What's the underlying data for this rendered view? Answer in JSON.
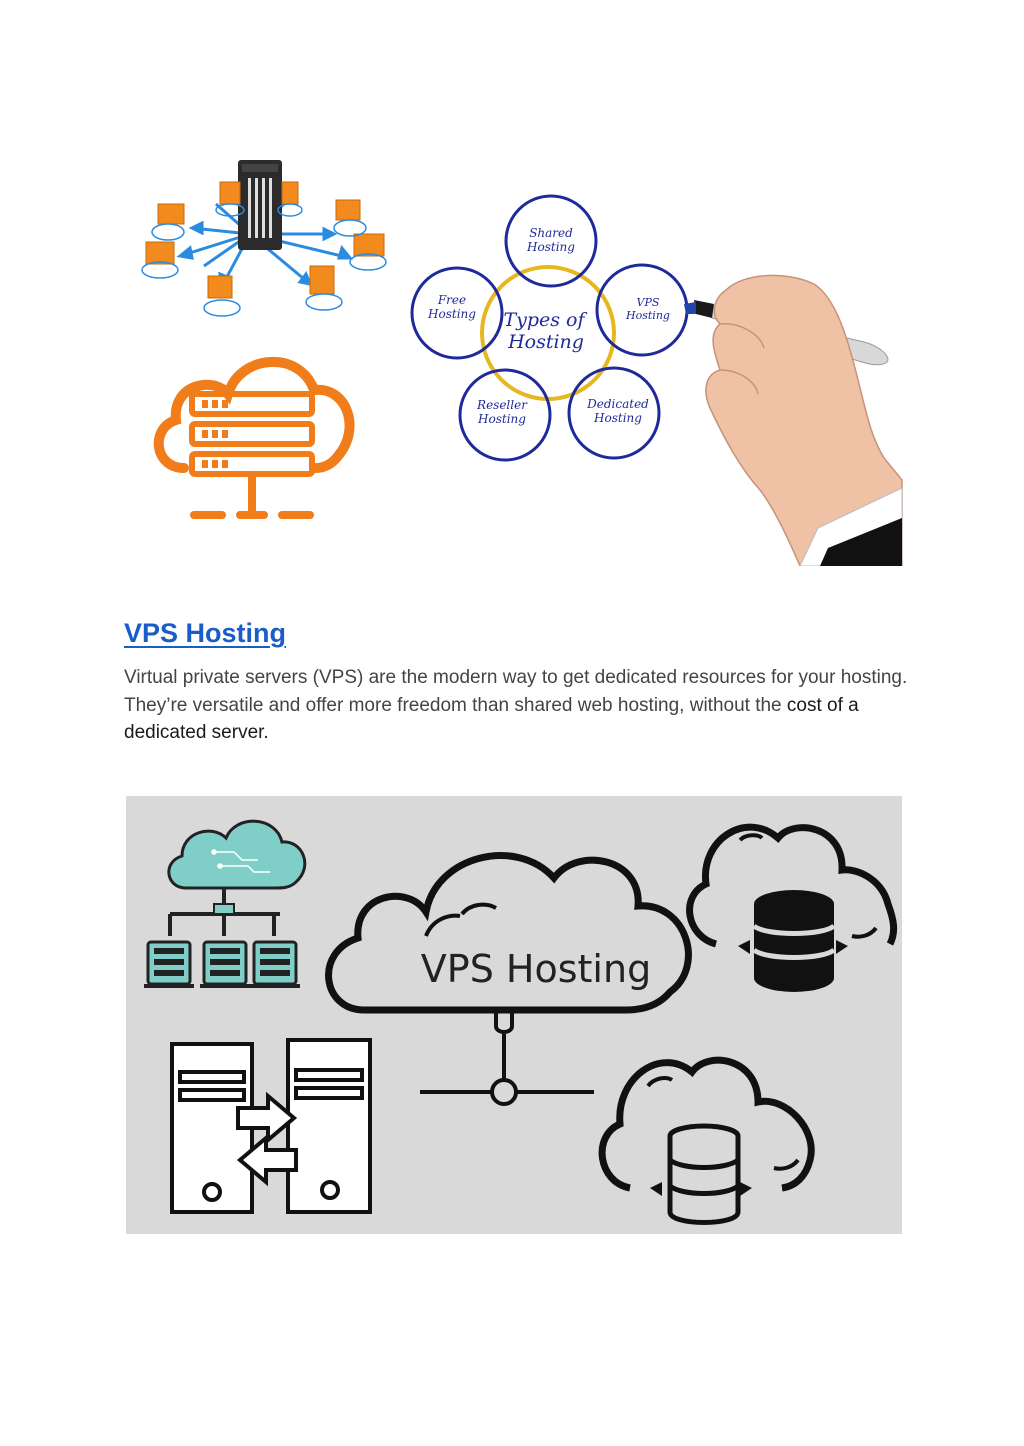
{
  "top_image": {
    "center_label_line1": "Types of",
    "center_label_line2": "Hosting",
    "nodes": [
      {
        "line1": "Shared",
        "line2": "Hosting"
      },
      {
        "line1": "VPS",
        "line2": "Hosting"
      },
      {
        "line1": "Dedicated",
        "line2": "Hosting"
      },
      {
        "line1": "Reseller",
        "line2": "Hosting"
      },
      {
        "line1": "Free",
        "line2": "Hosting"
      }
    ],
    "colors": {
      "orange": "#f07d1a",
      "blue_ring": "#1f2a9a",
      "gold_ring": "#e6b820",
      "arrow_blue": "#2a8be0"
    }
  },
  "section": {
    "title": "VPS Hosting",
    "paragraph_part1": "Virtual private servers (VPS) are the modern way to get dedicated resources for your hosting. They’re versatile and offer more freedom than shared web hosting, without the ",
    "paragraph_part2": "cost of a dedicated server."
  },
  "bottom_image": {
    "cloud_label": "VPS Hosting",
    "colors": {
      "background": "#d9d9d9",
      "teal": "#7fcfc8",
      "dark": "#222222"
    }
  }
}
